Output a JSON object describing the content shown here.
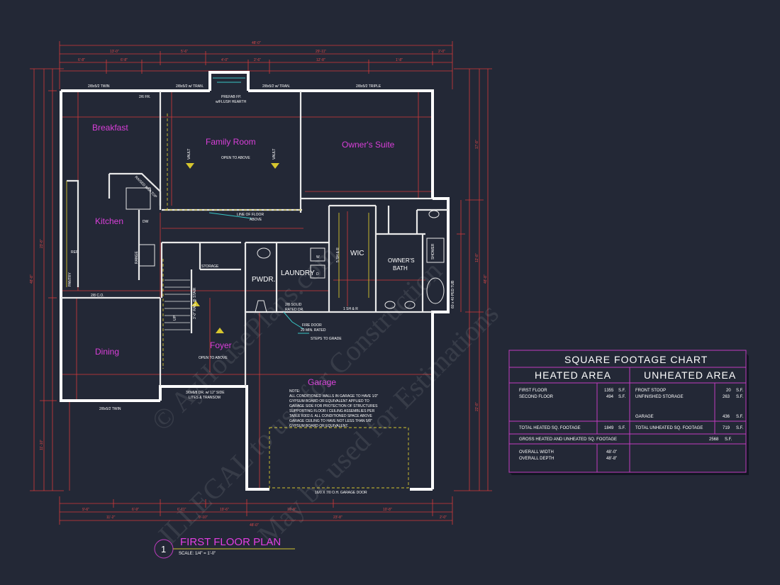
{
  "rooms": {
    "breakfast": "Breakfast",
    "family_room": "Family Room",
    "owners_suite": "Owner's Suite",
    "kitchen": "Kitchen",
    "dining": "Dining",
    "foyer": "Foyer",
    "garage": "Garage",
    "pwdr": "PWDR.",
    "laundry": "LAUNDRY",
    "wic": "WIC",
    "owners_bath_1": "OWNER'S",
    "owners_bath_2": "BATH"
  },
  "notes": {
    "win_breakfast": "2/8x5/2 TWIN",
    "win_fr": "2/6 FR.",
    "win_family": "2/8x5/2 w/ TRAN.",
    "prefab_1": "PREFAB FP.",
    "prefab_2": "w/FLUSH HEARTH",
    "win_family2": "2/8x5/2 w/ TRAN.",
    "win_owner": "2/8x5/2 TRIPLE",
    "open_above_1": "OPEN TO ABOVE",
    "vault_1": "VAULT",
    "vault_2": "VAULT",
    "raised_bar": "RAISED BAR TOP",
    "dw": "DW",
    "line_floor_1": "LINE OF FLOOR",
    "line_floor_2": "ABOVE",
    "ref": "REF.",
    "range": "RANGE",
    "pantry": "PANTRY",
    "storage": "STORAGE",
    "twenty_eight_co": "2/8 C.O.",
    "up": "UP",
    "rail": "3'-0\" RAIL @ STAIR",
    "rated_dr_1": "2/8 SOLID",
    "rated_dr_2": "RATED DR.",
    "fire_door_1": "FIRE DOOR",
    "fire_door_2": "20 MIN. RATED",
    "steps": "STEPS TO GRADE",
    "sh_r": "1 SH & R",
    "sh_r2": "5 SH & R",
    "shower": "SHOWER",
    "tub": "60 x 40 PED TUB",
    "open_above_2": "OPEN TO ABOVE",
    "front_door_1": "3/0x6/8 DR. w/ 12\" SIDE",
    "front_door_2": "LITES & TRANSOM",
    "win_dining": "2/8x5/2 TWIN",
    "garage_door": "16/0 X 7/0 O.H. GARAGE DOOR",
    "garage_note": [
      "NOTE:",
      "ALL CONDITIONED WALLS IN GARAGE TO HAVE 1/2\"",
      "GYPSUM BOARD OR EQUIVALENT APPLIED TO",
      "GARAGE SIDE FOR PROTECTION OF STRUCTURES",
      "SUPPORTING FLOOR / CEILING ASSEMBLIES PER",
      "TABLE R302.6. ALL CONDITIONED SPACE ABOVE",
      "GARAGE CEILING TO HAVE NOT LESS THAN 5/8\"",
      "GYPSUM BOARD OR EQUIVALENT."
    ],
    "w": "W",
    "d": "D"
  },
  "dimensions": {
    "overall_top": "48'-0\"",
    "overall_right": "48'-8\"",
    "overall_left": "48'-8\"",
    "overall_bottom": "48'-0\"",
    "t1": "13'-0\"",
    "t2": "5'-6\"",
    "t3": "29'-11\"",
    "t4": "2'-0\"",
    "t5": "6'-8\"",
    "t6": "6'-8\"",
    "t7": "4'-0\"",
    "t8": "2'-6\"",
    "t9": "12'-8\"",
    "t10": "1'-8\"",
    "b1": "9'-6\"",
    "b2": "6'-9\"",
    "b3": "6'-11\"",
    "b4": "19'-6\"",
    "b5": "10'-8\"",
    "b6": "11'-2\"",
    "b7": "9'-10\"",
    "b8": "23'-8\"",
    "b9": "2'-0\"",
    "r1": "17'-8\"",
    "r2": "12'-8\"",
    "r3": "22'-8\"",
    "l1": "23'-8\"",
    "l2": "11'-10\""
  },
  "sqft_chart": {
    "title": "SQUARE  FOOTAGE CHART",
    "heated_header": "HEATED  AREA",
    "unheated_header": "UNHEATED  AREA",
    "heated_rows": [
      {
        "label": "FIRST FLOOR",
        "value": "1355",
        "unit": "S.F."
      },
      {
        "label": "SECOND FLOOR",
        "value": "494",
        "unit": "S.F."
      }
    ],
    "unheated_rows": [
      {
        "label": "FRONT STOOP",
        "value": "20",
        "unit": "S.F."
      },
      {
        "label": "UNFINISHED STORAGE",
        "value": "263",
        "unit": "S.F."
      },
      {
        "label": "GARAGE",
        "value": "436",
        "unit": "S.F."
      }
    ],
    "total_heated_label": "TOTAL HEATED SQ. FOOTAGE",
    "total_heated_value": "1849",
    "total_heated_unit": "S.F.",
    "total_unheated_label": "TOTAL UNHEATED SQ. FOOTAGE",
    "total_unheated_value": "719",
    "total_unheated_unit": "S.F.",
    "gross_label": "GROSS HEATED AND UNHEATED SQ. FOOTAGE",
    "gross_value": "2568",
    "gross_unit": "S.F.",
    "width_label": "OVERALL WIDTH",
    "width_value": "48'-0\"",
    "depth_label": "OVERALL DEPTH",
    "depth_value": "48'-8\""
  },
  "title_block": {
    "number": "1",
    "title": "FIRST FLOOR PLAN",
    "scale": "SCALE:  1/4\" = 1'-0\""
  },
  "watermark": {
    "line1": "© AyHousePlans.com",
    "line2": "ILLEGAL to use for Construction",
    "line3": "May be used for Estimations"
  },
  "colors": {
    "background": "#232836",
    "room_label": "#d93fd9",
    "dimension": "#d43a3a",
    "wall": "#ffffff",
    "chart_frame": "#c03cc0"
  }
}
